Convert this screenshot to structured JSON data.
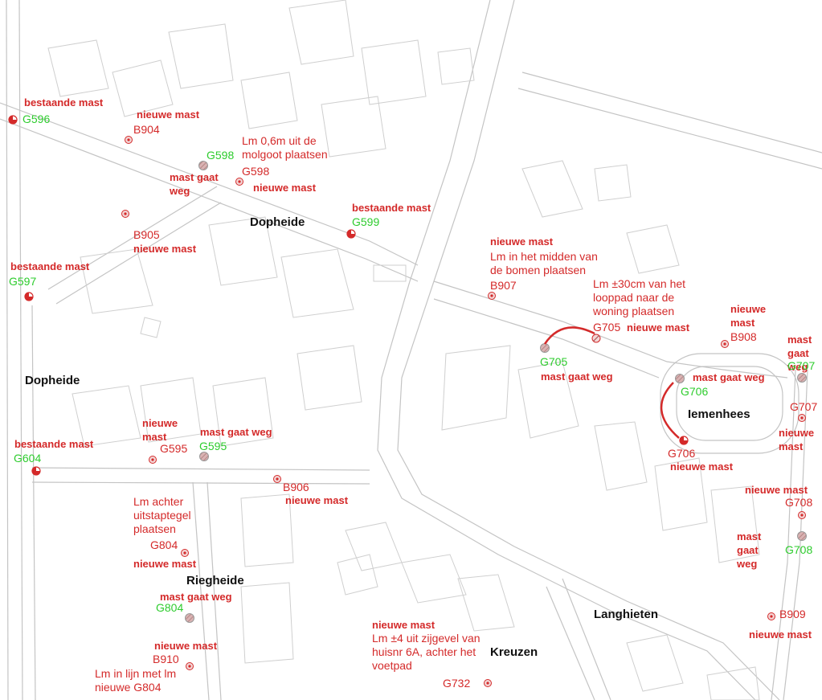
{
  "colors": {
    "red": "#d42a2a",
    "green": "#2ecc2e",
    "street_text": "#111111",
    "base_lines": "#bfbfbf"
  },
  "streets": [
    {
      "id": "dopheide-1",
      "label": "Dopheide"
    },
    {
      "id": "dopheide-2",
      "label": "Dopheide"
    },
    {
      "id": "iemenhees",
      "label": "Iemenhees"
    },
    {
      "id": "riegheide",
      "label": "Riegheide"
    },
    {
      "id": "langhieten",
      "label": "Langhieten"
    },
    {
      "id": "kreuzen",
      "label": "Kreuzen"
    }
  ],
  "legend_texts": {
    "bestaande_mast": "bestaande mast",
    "nieuwe_mast": "nieuwe mast",
    "mast_gaat_weg": "mast gaat weg"
  },
  "annotations": [
    {
      "id": "g596",
      "code": "G596",
      "status": "bestaande mast"
    },
    {
      "id": "b904",
      "code": "B904",
      "status": "nieuwe mast"
    },
    {
      "id": "g598-old",
      "code": "G598",
      "status": "mast gaat weg"
    },
    {
      "id": "g598-new",
      "code": "G598",
      "status": "nieuwe mast",
      "note": "Lm 0,6m uit de molgoot plaatsen"
    },
    {
      "id": "g599",
      "code": "G599",
      "status": "bestaande mast"
    },
    {
      "id": "b905",
      "code": "B905",
      "status": "nieuwe mast"
    },
    {
      "id": "g597",
      "code": "G597",
      "status": "bestaande mast"
    },
    {
      "id": "b907",
      "code": "B907",
      "status": "nieuwe mast",
      "note": "Lm in het midden van de bomen plaatsen"
    },
    {
      "id": "g705-new",
      "code": "G705",
      "status": "nieuwe mast",
      "note": "Lm ±30cm van het looppad naar de woning plaatsen"
    },
    {
      "id": "g705-old",
      "code": "G705",
      "status": "mast gaat weg"
    },
    {
      "id": "b908",
      "code": "B908",
      "status": "nieuwe mast"
    },
    {
      "id": "g707-old",
      "code": "G707",
      "status": "mast gaat weg"
    },
    {
      "id": "g706-old",
      "code": "G706",
      "status": "mast gaat weg"
    },
    {
      "id": "g707-new",
      "code": "G707",
      "status": "nieuwe mast"
    },
    {
      "id": "g706-new",
      "code": "G706",
      "status": "nieuwe mast"
    },
    {
      "id": "g604",
      "code": "G604",
      "status": "bestaande mast"
    },
    {
      "id": "g595-new",
      "code": "G595",
      "status": "nieuwe mast"
    },
    {
      "id": "g595-old",
      "code": "G595",
      "status": "mast gaat weg"
    },
    {
      "id": "b906",
      "code": "B906",
      "status": "nieuwe mast"
    },
    {
      "id": "g804-new",
      "code": "G804",
      "status": "nieuwe mast",
      "note": "Lm achter uitstaptegel plaatsen"
    },
    {
      "id": "g804-old",
      "code": "G804",
      "status": "mast gaat weg"
    },
    {
      "id": "g708-new",
      "code": "G708",
      "status": "nieuwe mast"
    },
    {
      "id": "g708-old",
      "code": "G708",
      "status": "mast gaat weg"
    },
    {
      "id": "b909",
      "code": "B909",
      "status": "nieuwe mast"
    },
    {
      "id": "b910",
      "code": "B910",
      "status": "nieuwe mast",
      "note": "Lm in lijn met lm nieuwe G804"
    },
    {
      "id": "g732",
      "code": "G732",
      "status": "nieuwe mast",
      "note": "Lm ±4 uit zijgevel van huisnr 6A, achter het voetpad"
    }
  ]
}
